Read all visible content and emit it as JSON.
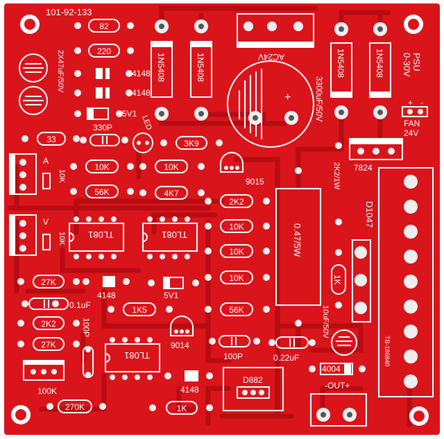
{
  "board": {
    "serial": "101-92-133",
    "colors": {
      "board": "#d9141b",
      "trace": "#c10d14",
      "silk": "#ffffff",
      "pad": "#ebebeb",
      "hole": "#555555"
    }
  },
  "resistors": {
    "r82": "82",
    "r220": "220",
    "r33": "33",
    "r3k9": "3K9",
    "r10k_a": "10K",
    "r10k_b": "10K",
    "r56k_a": "56K",
    "r4k7": "4K7",
    "r2k2_a": "2K2",
    "r10k_c": "10K",
    "r10k_d": "10K",
    "r27k_a": "27K",
    "r10k_e": "10K",
    "r1k5": "1K5",
    "r56k_b": "56K",
    "r2k2_b": "2K2",
    "r27k_b": "27K",
    "r1k_a": "1K",
    "r270k": "270K",
    "r1k_b": "1K",
    "r2k2_1w": "2K2/1W",
    "r047_5w": "0.47/5W"
  },
  "diodes": {
    "d4148_a": "4148",
    "d4148_b": "4148",
    "d5v1_a": "5V1",
    "d4148_c": "4148",
    "d5v1_b": "5V1",
    "d4148_d": "4148",
    "d1n5408_a": "1N5408",
    "d1n5408_b": "1N5408",
    "d1n5408_c": "1N5408",
    "d1n5408_d": "1N5408"
  },
  "capacitors": {
    "c2x47": "2X47uF/50V",
    "c330p": "330P",
    "c3300": "3300uF/50V",
    "c01": "0.1uF",
    "c100p_a": "100P",
    "c100p_b": "100P",
    "c022": "0.22uF",
    "c10uf": "10uF/50V"
  },
  "ics": {
    "u1": "TL081",
    "u2": "TL081",
    "u3": "TL081"
  },
  "transistors": {
    "q9015": "9015",
    "q9014": "9014",
    "q7824": "7824",
    "qd882": "D882",
    "qd1047": "D1047"
  },
  "labels": {
    "led": "LED",
    "ac24v": "AC24V",
    "psu": "0-30V PSU",
    "psu_line1": "0-30V",
    "psu_line2": "PSU",
    "fan": "FAN",
    "fan_v": "24V",
    "pot_a": "A",
    "pot_v": "V",
    "pot_a_val": "10K",
    "pot_v_val": "10K",
    "pot100k": "100K",
    "out": "-OUT+",
    "r4004": "4004",
    "tb": "TB-186840",
    "plus": "+",
    "minus": "-"
  }
}
